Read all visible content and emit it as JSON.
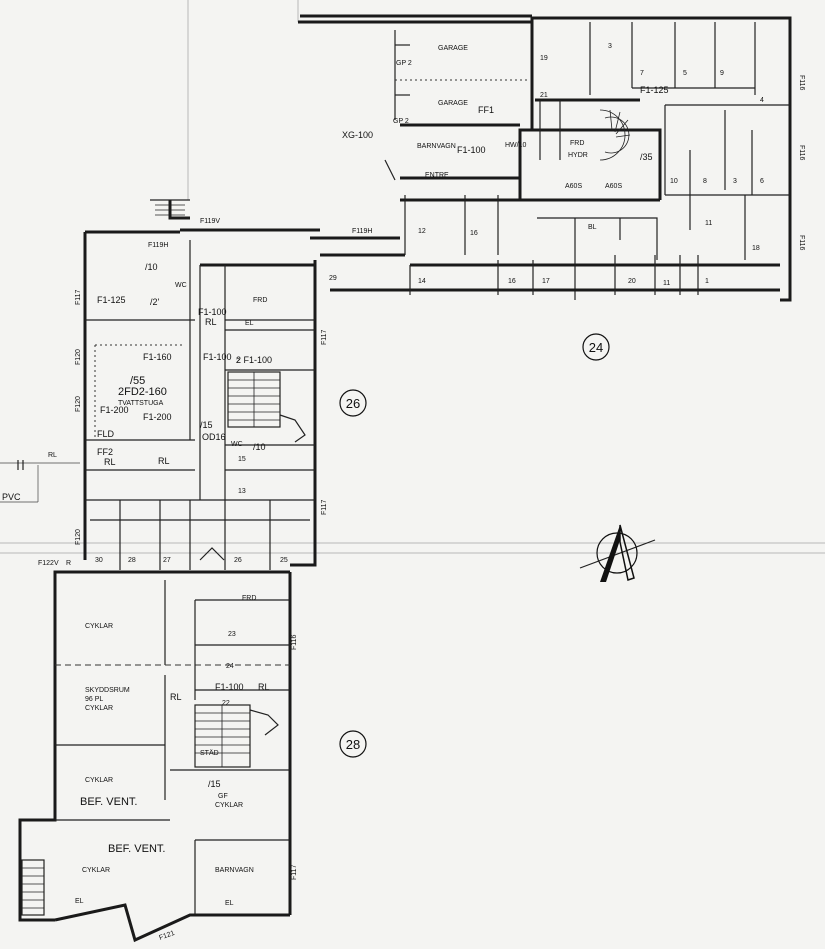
{
  "rooms": {
    "garage_1": "GARAGE",
    "garage_2": "GARAGE",
    "barnvagn_top": "BARNVAGN",
    "entre": "ENTRE",
    "frd_top": "FRD",
    "hydr": "HYDR",
    "frd_mid": "FRD",
    "tvattstuga": "TVATTSTUGA",
    "frd_lower": "FRD",
    "cyklar_1": "CYKLAR",
    "skyddsrum": "SKYDDSRUM",
    "skyddsrum_pl": "96 PL",
    "skyddsrum_cyklar": "CYKLAR",
    "cyklar_3": "CYKLAR",
    "gf_label": "GF",
    "gf_cyklar": "CYKLAR",
    "cyklar_4": "CYKLAR",
    "barnvagn_bottom": "BARNVAGN",
    "stad": "STÄD",
    "wc_1": "WC",
    "wc_2": "WC"
  },
  "annotations": {
    "gp2_a": "GP 2",
    "gp2_b": "GP 2",
    "ff1": "FF1",
    "xg100": "XG-100",
    "f1100_barnvagn": "F1-100",
    "hw10": "HW/10",
    "f1125_top": "F1-125",
    "slash35": "/35",
    "a60s_1": "A60S",
    "a60s_2": "A60S",
    "f119v": "F119V",
    "f119h_a": "F119H",
    "f119h_b": "F119H",
    "f117_a": "F117",
    "f1125_left": "F1-125",
    "slash2": "/2'",
    "rl_1": "RL",
    "f1100_a": "F1-100",
    "el_1": "EL",
    "f1100_b": "F1-100",
    "f1100_c": "2 F1-100",
    "f120_a": "F120",
    "f1160": "F1-160",
    "slash55": "/55",
    "fd2": "2FD2-160",
    "f120_b": "F120",
    "f1200_a": "F1-200",
    "f1200_b": "F1-200",
    "fld": "FLD",
    "rl_2": "RL",
    "ff2": "FF2",
    "rl_3": "RL",
    "rl_4": "RL",
    "pvc": "PVC",
    "slash15_a": "/15",
    "od16": "OD16",
    "slash10_a": "/10",
    "slash10_b": "/10",
    "f120_c": "F120",
    "f122v": "F122V",
    "r": "R",
    "f117_b": "F117",
    "f116_a": "F116",
    "f116_b": "F116",
    "f116_c": "F116",
    "f117_c": "F117",
    "f116_d": "F116",
    "rl_5": "RL",
    "f1100_d": "F1-100",
    "rl_6": "RL",
    "bef_vent_1": "BEF. VENT.",
    "bef_vent_2": "BEF. VENT.",
    "slash15_b": "/15",
    "f117_d": "F117",
    "f121": "F121",
    "el_2": "EL",
    "bl": "BL",
    "el_3": "EL"
  },
  "room_numbers": {
    "n19": "19",
    "n3": "3",
    "n7": "7",
    "n5": "5",
    "n9": "9",
    "n21": "21",
    "n4": "4",
    "n10": "10",
    "n8": "8",
    "n3b": "3",
    "n6": "6",
    "n12": "12",
    "n16": "16",
    "n11": "11",
    "n18": "18",
    "n14": "14",
    "n16b": "16",
    "n17": "17",
    "n20": "20",
    "n11b": "11",
    "n1": "1",
    "n29": "29",
    "n2": "2",
    "n15": "15",
    "n13": "13",
    "n30": "30",
    "n28": "28",
    "n27": "27",
    "n26": "26",
    "n25": "25",
    "n23": "23",
    "n24": "24",
    "n22": "22"
  },
  "building_numbers": {
    "b24": "24",
    "b26": "26",
    "b28": "28"
  },
  "north_arrow": "north-arrow-icon"
}
